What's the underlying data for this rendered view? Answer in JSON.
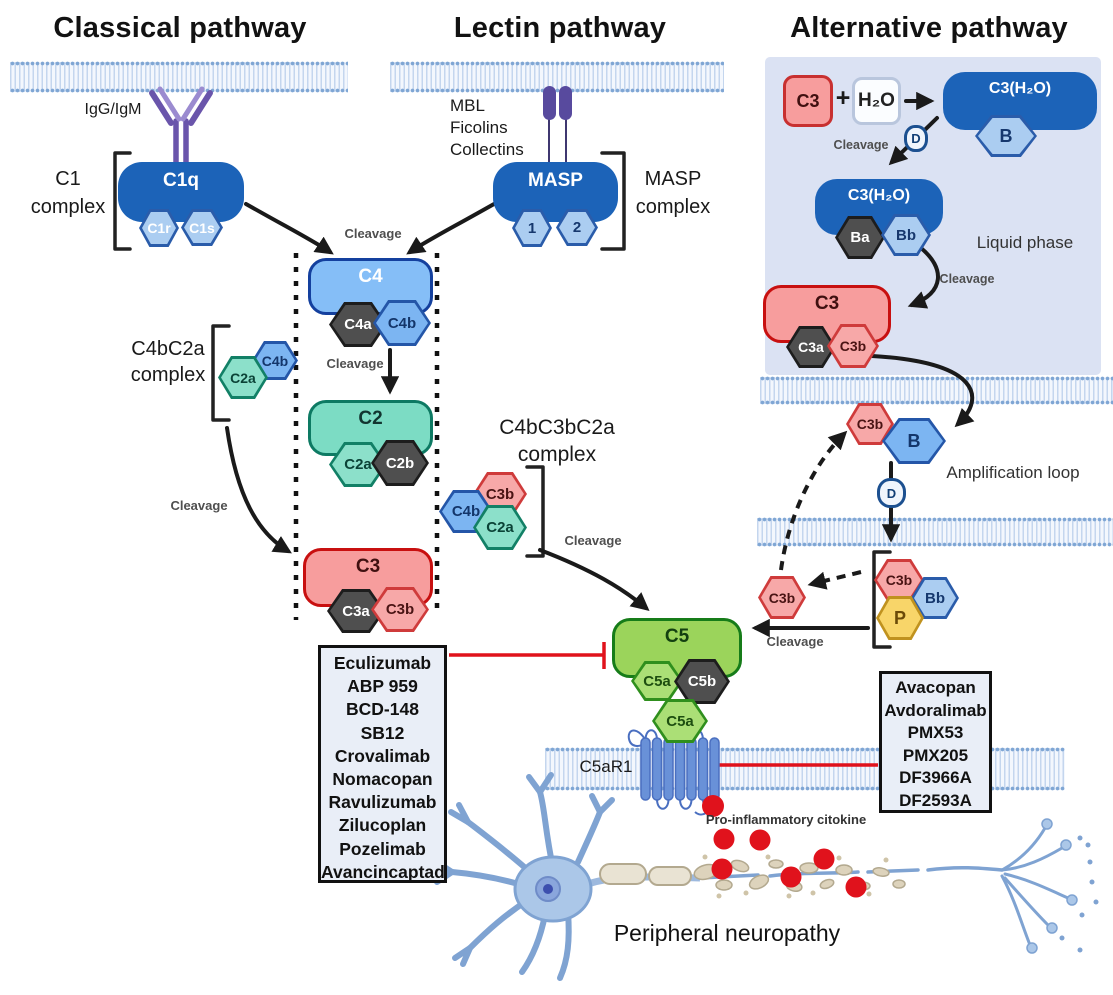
{
  "titles": {
    "classical": "Classical pathway",
    "lectin": "Lectin pathway",
    "alternative": "Alternative pathway"
  },
  "classical": {
    "antibody_label": "IgG/IgM",
    "complex_label_line1": "C1",
    "complex_label_line2": "complex",
    "c1q": "C1q",
    "c1r": "C1r",
    "c1s": "C1s"
  },
  "lectin": {
    "recognizers": [
      "MBL",
      "Ficolins",
      "Collectins"
    ],
    "masp": "MASP",
    "masp1": "1",
    "masp2": "2",
    "complex_label_line1": "MASP",
    "complex_label_line2": "complex"
  },
  "alternative": {
    "c3": "C3",
    "plus": "+",
    "h2o": "H₂O",
    "c3h2o_top": "C3(H₂O)",
    "b_top": "B",
    "factor_d_top": "D",
    "cleavage_top": "Cleavage",
    "c3h2o_mid": "C3(H₂O)",
    "ba": "Ba",
    "bb": "Bb",
    "liquid_phase": "Liquid phase",
    "cleavage_mid": "Cleavage",
    "c3_blob": "C3",
    "c3a": "C3a",
    "c3b": "C3b"
  },
  "cascade": {
    "cleavage_top": "Cleavage",
    "c4": "C4",
    "c4a": "C4a",
    "c4b": "C4b",
    "cleavage_c4_c2": "Cleavage",
    "c2": "C2",
    "c2a": "C2a",
    "c2b": "C2b",
    "c4bc2a_line1": "C4bC2a",
    "c4bc2a_line2": "complex",
    "c4bc2a_c2a": "C2a",
    "c4bc2a_c4b": "C4b",
    "cleavage_to_c3": "Cleavage",
    "c3": "C3",
    "c3a": "C3a",
    "c3b": "C3b",
    "c4bc3bc2a_line1": "C4bC3bC2a",
    "c4bc3bc2a_line2": "complex",
    "x_c3b": "C3b",
    "x_c4b": "C4b",
    "x_c2a": "C2a",
    "cleavage_to_c5": "Cleavage"
  },
  "amplification": {
    "c3b_top": "C3b",
    "b": "B",
    "factor_d": "D",
    "loop_label": "Amplification loop",
    "c3b_complex": "C3b",
    "bb": "Bb",
    "p": "P",
    "c3b_free": "C3b",
    "cleavage_to_c5": "Cleavage"
  },
  "c5_block": {
    "c5": "C5",
    "c5a": "C5a",
    "c5b": "C5b",
    "c5a_free": "C5a",
    "receptor": "C5aR1"
  },
  "drug_box_c5": {
    "items": [
      "Eculizumab",
      "ABP 959",
      "BCD-148",
      "SB12",
      "Crovalimab",
      "Nomacopan",
      "Ravulizumab",
      "Zilucoplan",
      "Pozelimab",
      "Avancincaptad"
    ]
  },
  "drug_box_c5ar1": {
    "items": [
      "Avacopan",
      "Avdoralimab",
      "PMX53",
      "PMX205",
      "DF3966A",
      "DF2593A"
    ]
  },
  "bottom": {
    "cytokine": "Pro-inflammatory citokine",
    "neuropathy": "Peripheral neuropathy"
  },
  "colors": {
    "inhibition_red": "#e0121c",
    "dark_blue": "#1c63b8",
    "mid_blue": "#7cb5f2",
    "light_blue": "#abcdf1",
    "teal": "#7cdcc4",
    "pink": "#f79d9d",
    "green": "#9bd45b",
    "yellow": "#f8d569",
    "dark_gray": "#4f4f4f",
    "purple": "#6a55ab",
    "panel_bg": "#dbe2f3",
    "membrane": "#7fa6d4"
  }
}
